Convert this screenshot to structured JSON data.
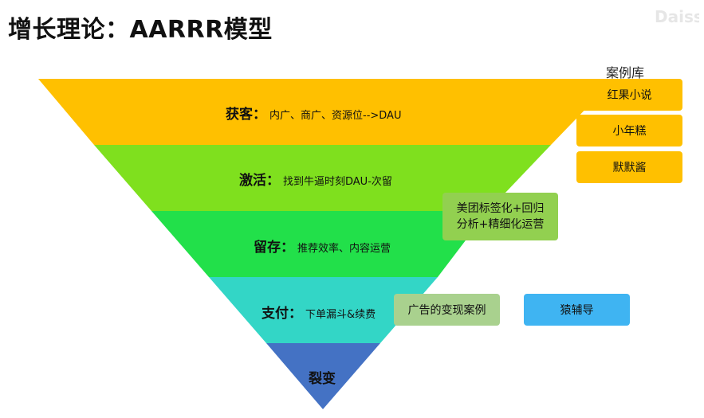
{
  "title": "增长理论：AARRR模型",
  "funnel": {
    "layers": [
      {
        "name": "获客：",
        "desc": "内广、商广、资源位-->DAU",
        "color": "#FFC000"
      },
      {
        "name": "激活：",
        "desc": "找到牛逼时刻DAU-次留",
        "color": "#7FE01E"
      },
      {
        "name": "留存：",
        "desc": "推荐效率、内容运营",
        "color": "#22E04A"
      },
      {
        "name": "支付：",
        "desc": "下单漏斗&续费",
        "color": "#33D6C6"
      },
      {
        "name": "裂变",
        "desc": "",
        "color": "#4472C4"
      }
    ]
  },
  "case_library": {
    "header": "案例库",
    "items": [
      "红果小说",
      "小年糕",
      "默默酱"
    ]
  },
  "callouts": {
    "meituan_line1": "美团标签化+回归",
    "meituan_line2": "分析+精细化运营",
    "ad_cases": "广告的变现案例",
    "tutor": "猿辅导"
  }
}
